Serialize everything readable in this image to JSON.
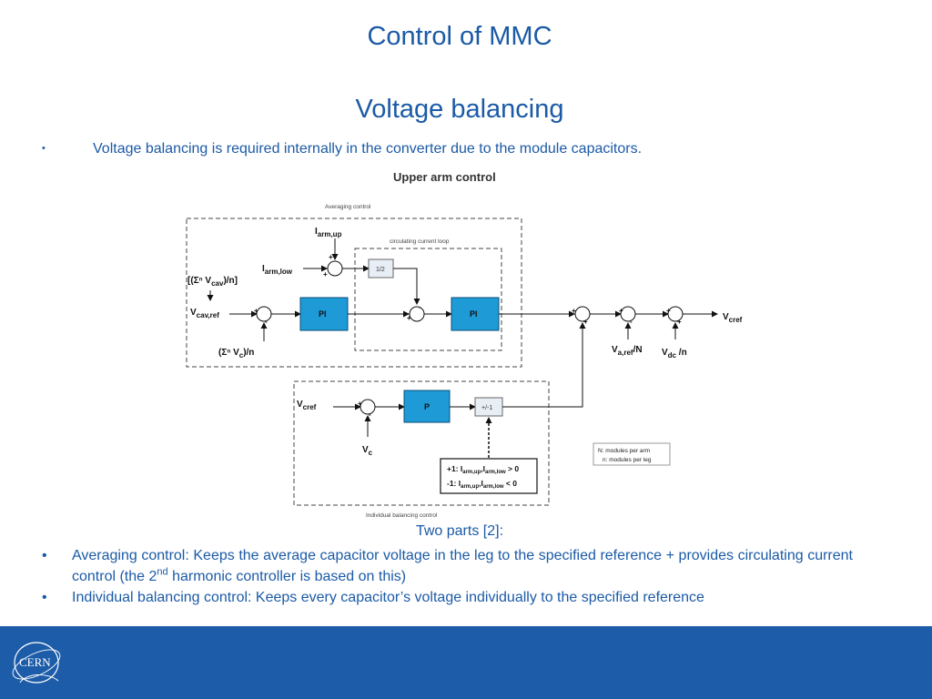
{
  "slide": {
    "title": "Control of MMC",
    "subtitle": "Voltage balancing",
    "intro_bullet": "Voltage balancing is required internally in the converter due to the module capacitors."
  },
  "diagram": {
    "title": "Upper arm control",
    "averaging_label": "Averaging control",
    "circ_label": "circulating current loop",
    "individual_label": "Individual balancing control",
    "iarm_up": {
      "main": "I",
      "sub": "arm,up"
    },
    "iarm_low": {
      "main": "I",
      "sub": "arm,low"
    },
    "sum_vcav": "[(Σⁿ V",
    "sum_vcav_sub": "cav",
    "sum_vcav_end": ")/n]",
    "vcav_ref": {
      "main": "V",
      "sub": "cav,ref"
    },
    "sum_vc": "(Σⁿ V",
    "sum_vc_sub": "c",
    "sum_vc_end": ")/n",
    "half_block": "1/2",
    "pi1": "PI",
    "pi2": "PI",
    "p_block": "P",
    "sign_block": "+/-1",
    "va_ref": {
      "main": "V",
      "sub": "a,ref",
      "end": "/N"
    },
    "vdc": {
      "main": "V",
      "sub": "dc",
      "end": " /n"
    },
    "vcref_out": {
      "main": "V",
      "sub": "cref"
    },
    "vcref_in": {
      "main": "V",
      "sub": "cref"
    },
    "vc": {
      "main": "V",
      "sub": "c"
    },
    "cond1": {
      "pre": "+1: I",
      "a": "arm,up",
      "mid": ",I",
      "b": "arm,low",
      "post": " > 0"
    },
    "cond2": {
      "pre": "-1: I",
      "a": "arm,up",
      "mid": ",I",
      "b": "arm,low",
      "post": " < 0"
    },
    "note_line1": "N: modules per arm",
    "note_line2": "n: modules per leg",
    "colors": {
      "block_fill": "#1e9ad6",
      "line": "#111111",
      "dash": "#444444"
    }
  },
  "parts": {
    "title": "Two parts [2]:",
    "bullet1_pre": "Averaging control: Keeps the average capacitor voltage in the leg to the specified reference + provides circulating current control (the 2",
    "bullet1_sup": "nd",
    "bullet1_post": " harmonic controller is based on this)",
    "bullet2": "Individual balancing control: Keeps every capacitor’s voltage individually to the specified reference",
    "marker": "•"
  },
  "footer": {
    "logo_text": "CERN",
    "color": "#1d5ca8"
  }
}
